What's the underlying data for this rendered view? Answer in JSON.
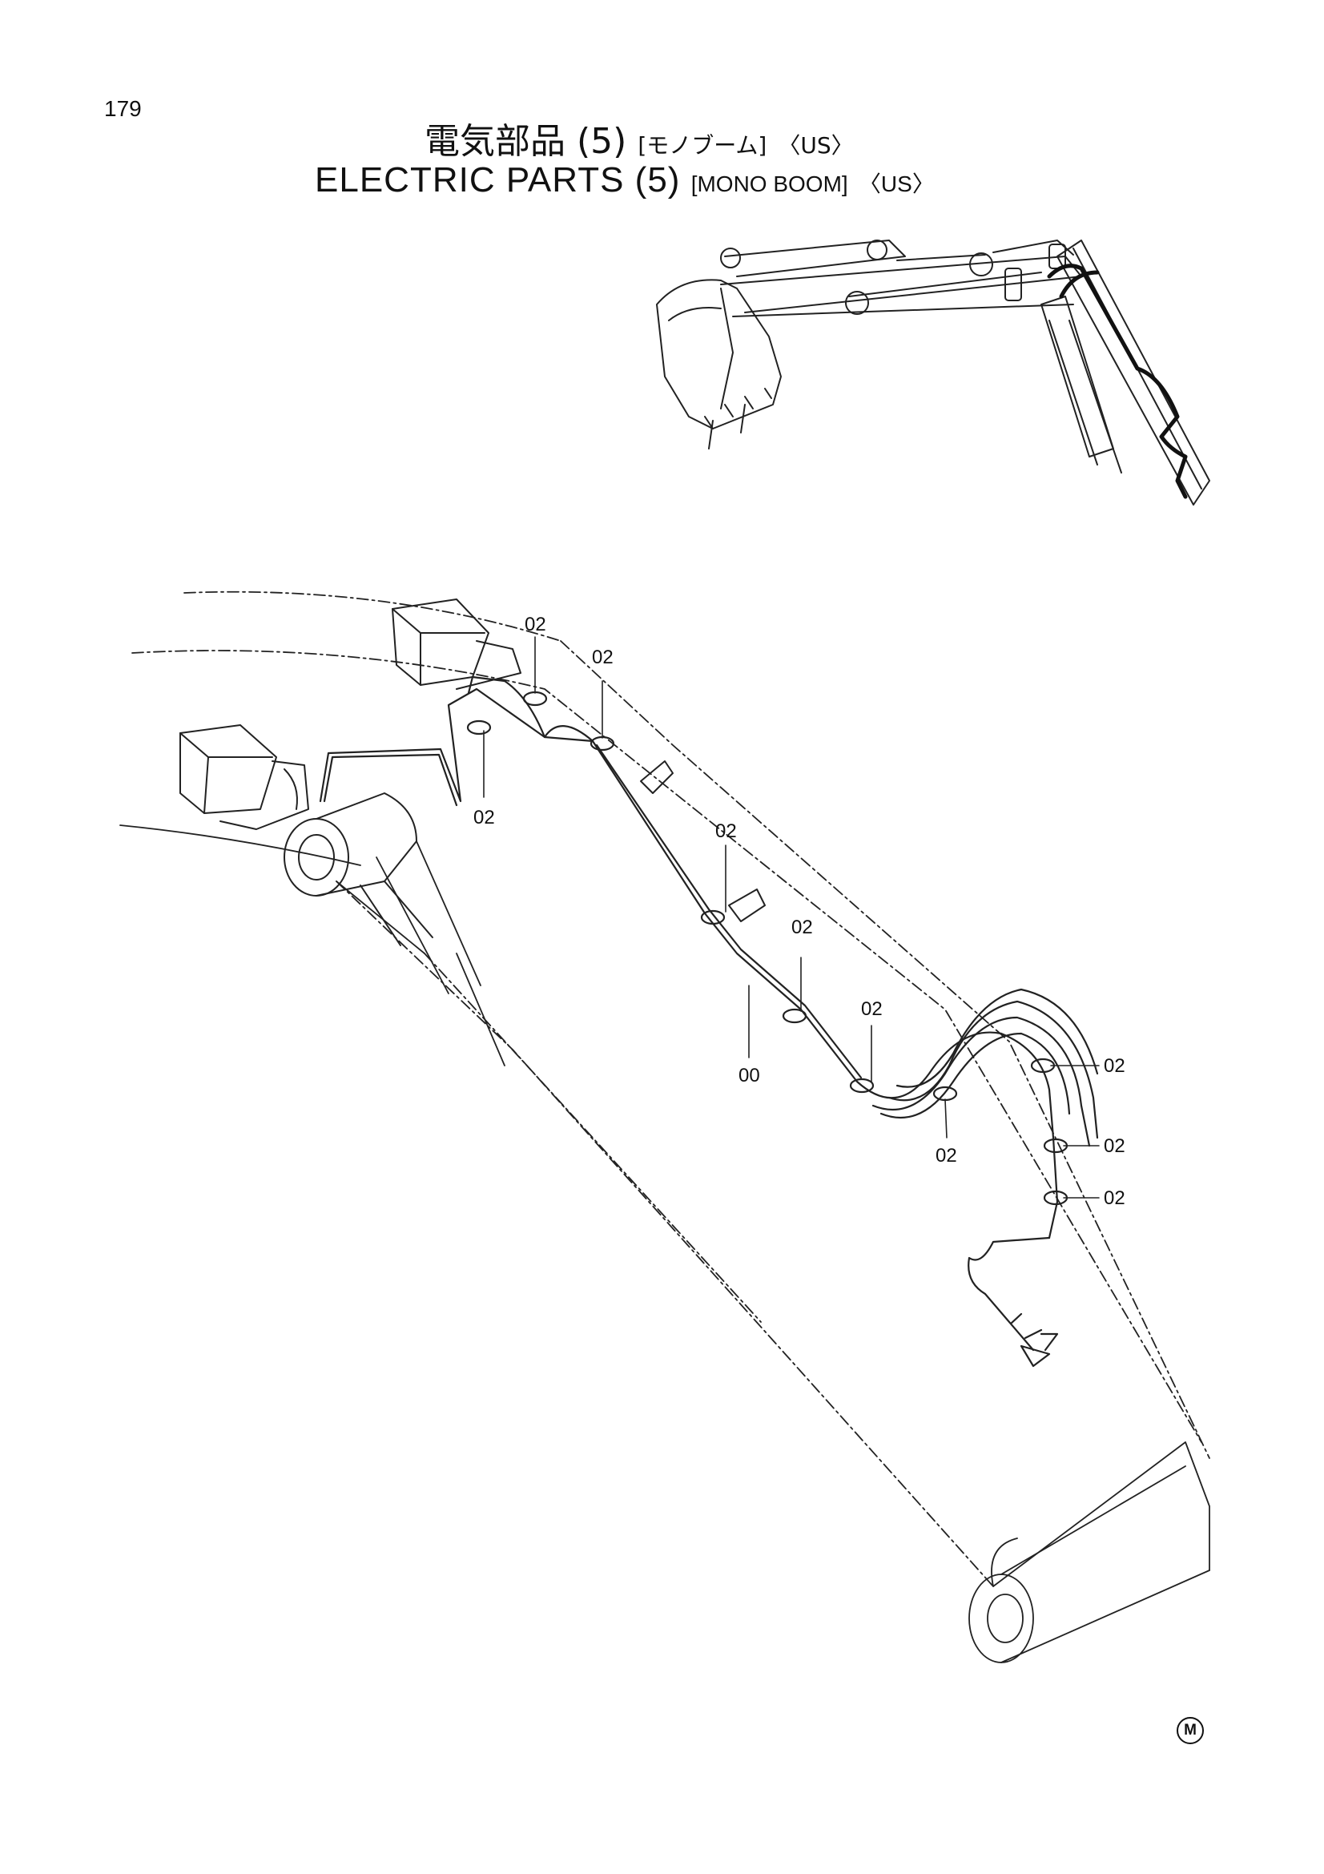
{
  "header": {
    "page_number": "179",
    "title_jp": "電気部品 (5)",
    "title_jp_bracket": "[モノブーム]",
    "title_jp_region": "〈US〉",
    "title_en": "ELECTRIC PARTS (5)",
    "title_en_bracket": "[MONO BOOM]",
    "title_en_region": "〈US〉"
  },
  "diagram": {
    "callouts": [
      "02",
      "02",
      "02",
      "02",
      "02",
      "02",
      "02",
      "02",
      "02",
      "02",
      "00"
    ]
  },
  "footer": {
    "mark": "M"
  }
}
